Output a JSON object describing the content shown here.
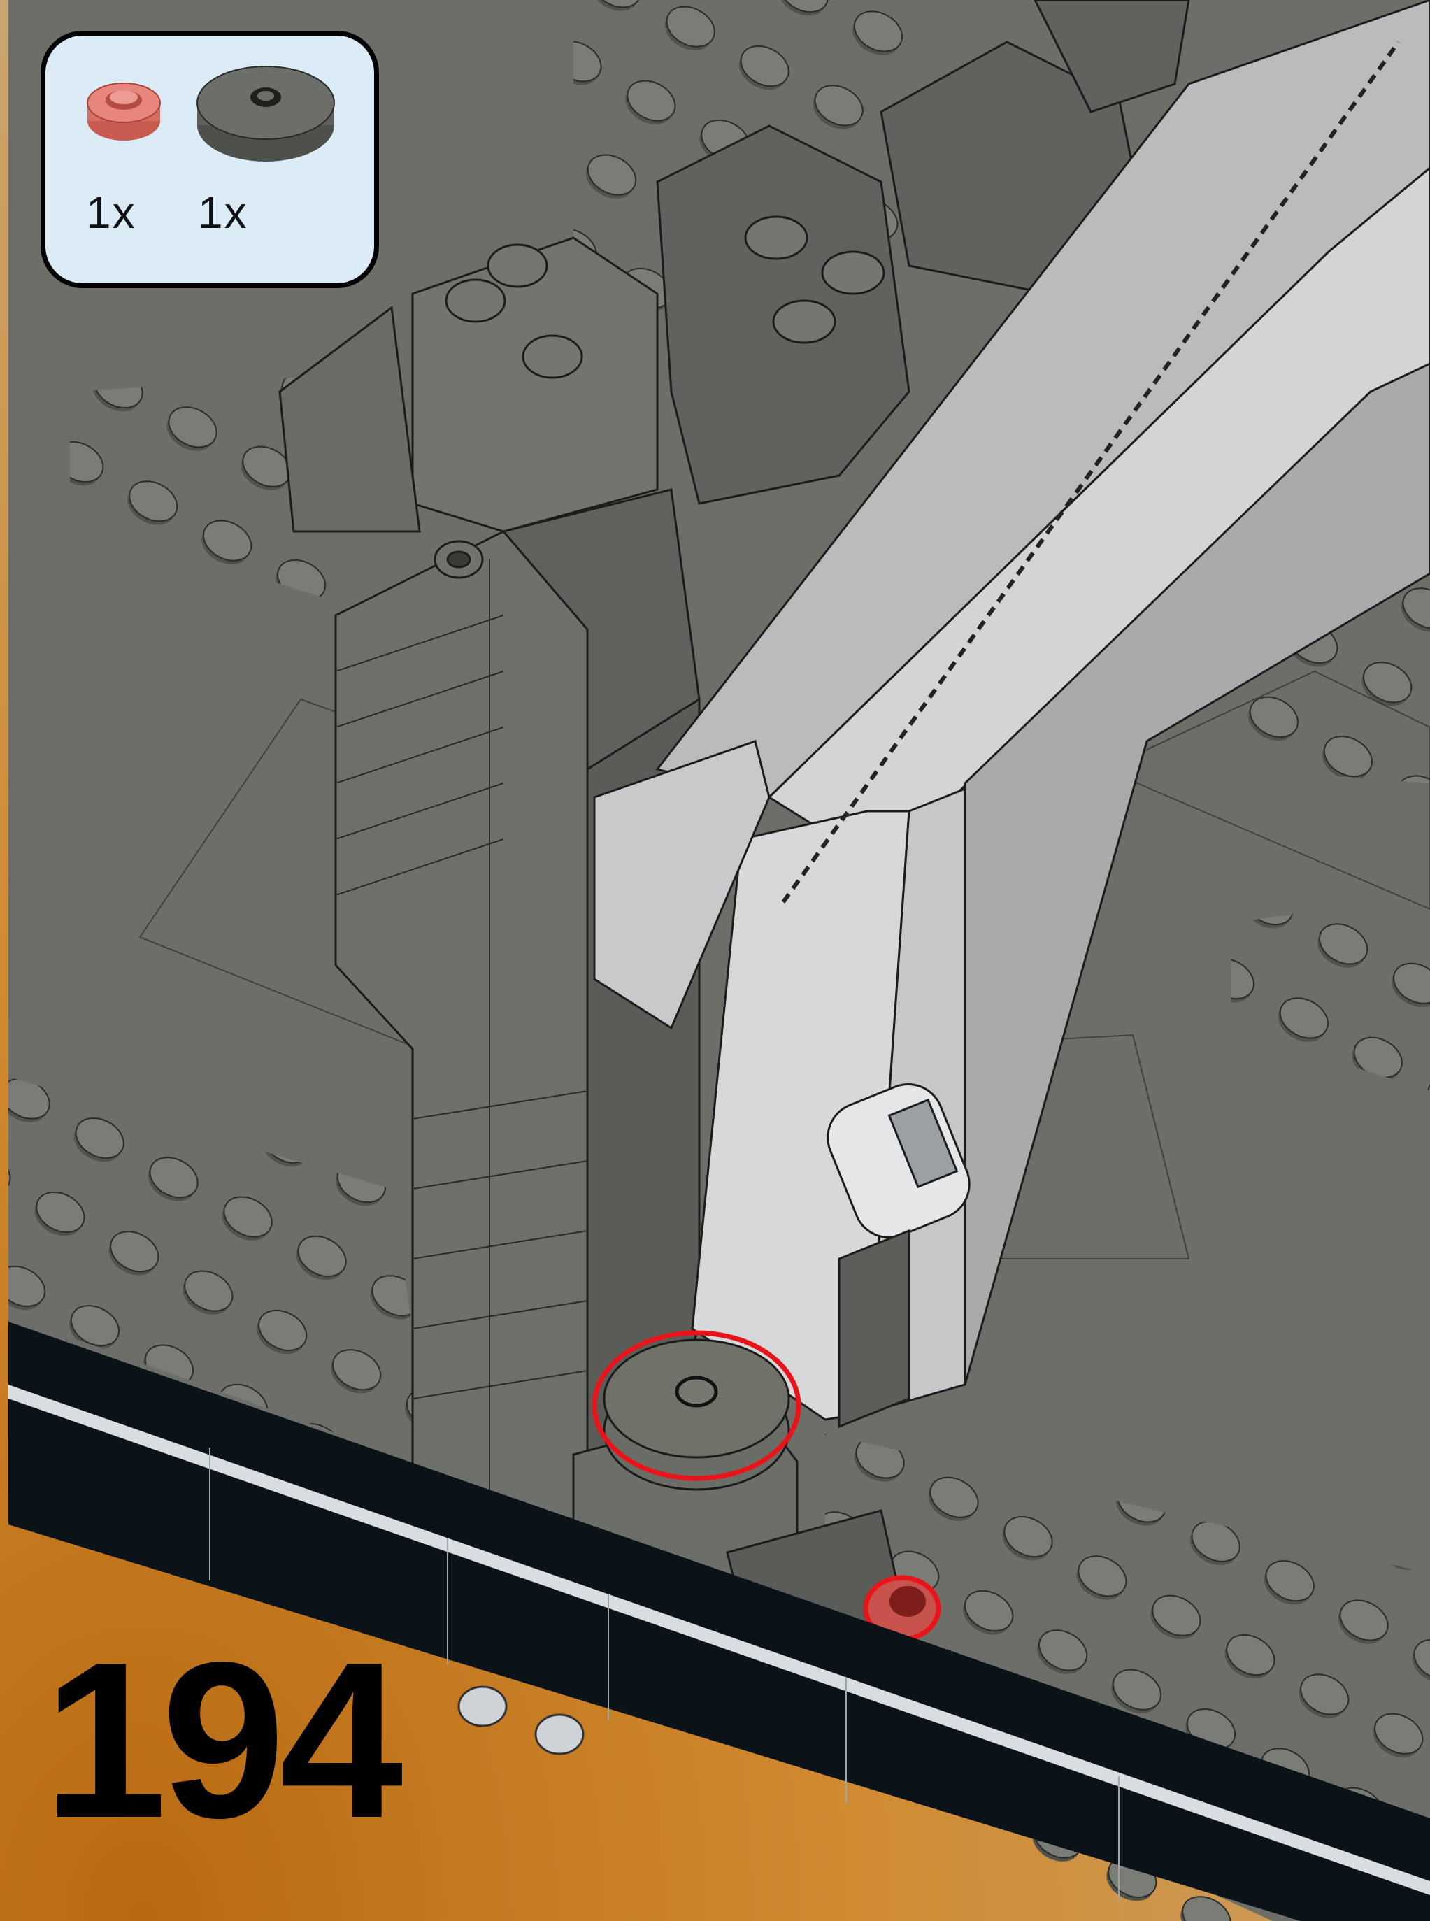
{
  "step": {
    "number": "194"
  },
  "parts": [
    {
      "icon": "round-plate-1x1-trans-red",
      "color": "#e3786e",
      "quantity": "1x"
    },
    {
      "icon": "round-tile-2x2-dark-bluish-gray",
      "color": "#6c6e67",
      "quantity": "1x"
    }
  ],
  "colors": {
    "background_orange": "#c27a22",
    "baseplate": "#6c6e67",
    "light_gray": "#c8cacc",
    "black_edge": "#0b1218",
    "highlight_red": "#e8141a",
    "callout_fill": "#dcecf6"
  }
}
